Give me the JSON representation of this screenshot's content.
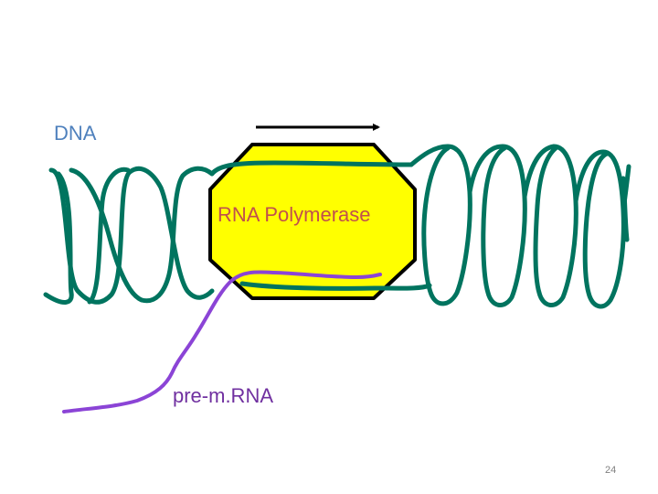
{
  "labels": {
    "dna": "DNA",
    "polymerase": "RNA Polymerase",
    "pre_mrna": "pre-m.RNA"
  },
  "slide_number": "24",
  "colors": {
    "dna_strand": "#00745f",
    "polymerase_fill": "#ffff00",
    "polymerase_outline": "#000000",
    "rna_strand": "#8b44d6",
    "dna_label": "#4f81bd",
    "polymerase_label": "#c0504d",
    "pre_mrna_label": "#7030a0",
    "arrow": "#000000"
  }
}
